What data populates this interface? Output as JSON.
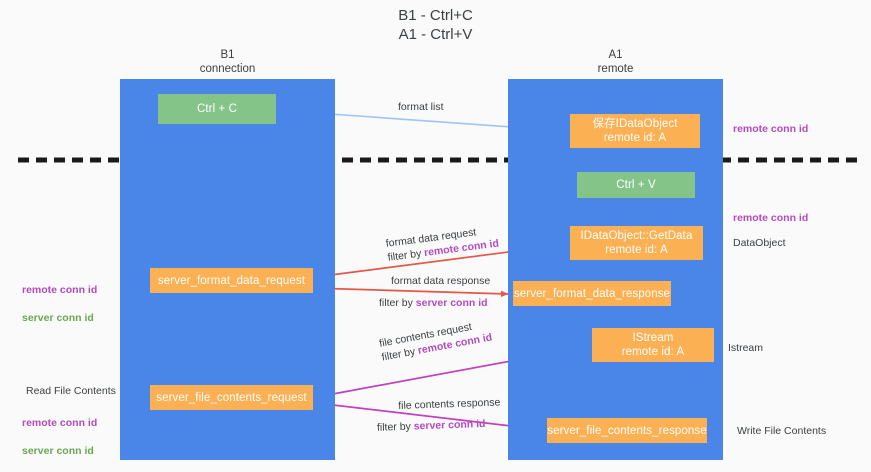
{
  "title": "B1 - Ctrl+C\nA1 - Ctrl+V",
  "columns": [
    {
      "name": "left",
      "label": "B1\nconnection"
    },
    {
      "name": "right",
      "label": "A1\nremote"
    }
  ],
  "nodes": {
    "ctrl_c": {
      "label": "Ctrl + C",
      "color": "#85c489"
    },
    "save_idataobject": {
      "label": "保存IDataObject\nremote id: A",
      "color": "#fbb054"
    },
    "ctrl_v": {
      "label": "Ctrl + V",
      "color": "#85c489"
    },
    "idataobject_getdata": {
      "label": "IDataObject::GetData\nremote id: A",
      "color": "#fbb054"
    },
    "server_format_data_request": {
      "label": "server_format_data_request",
      "color": "#fbb054"
    },
    "server_format_data_response": {
      "label": "server_format_data_response",
      "color": "#fbb054"
    },
    "istream": {
      "label": "IStream\nremote id: A",
      "color": "#fbb054"
    },
    "server_file_contents_request": {
      "label": "server_file_contents_request",
      "color": "#fbb054"
    },
    "server_file_contents_response": {
      "label": "server_file_contents_response",
      "color": "#fbb054"
    }
  },
  "edges": {
    "format_list": {
      "label": "format list"
    },
    "format_data_request": {
      "label": "format data request",
      "filter_prefix": "filter by ",
      "filter_key": "remote conn id"
    },
    "format_data_response": {
      "label": "format data response",
      "filter_prefix": "filter by ",
      "filter_key": "server conn id"
    },
    "file_contents_request": {
      "label": "file contents request",
      "filter_prefix": "filter by ",
      "filter_key": "remote conn id"
    },
    "file_contents_response": {
      "label": "file contents response",
      "filter_prefix": "filter by ",
      "filter_key": "server conn id"
    }
  },
  "annotations": {
    "right_remote_conn_id_top": "remote conn id",
    "right_remote_conn_id_middle": "remote conn id",
    "right_dataobject": "DataObject",
    "right_istream": "Istream",
    "right_write_file_contents": "Write File Contents",
    "left_ids_middle": {
      "line1": "remote conn id",
      "line2": "server conn id"
    },
    "left_read_file_contents": "Read File Contents",
    "left_ids_bottom": {
      "line1": "remote conn id",
      "line2": "server conn id"
    }
  },
  "colors": {
    "lane": "#4a86e8",
    "green_node": "#85c489",
    "orange_node": "#fbb054",
    "purple": "#b44ac0",
    "green_text": "#6aa84f",
    "red_arrow": "#e8564a",
    "magenta_arrow": "#c040c0",
    "blue_arrow": "#9fc5f8",
    "black": "#000000",
    "background": "#fafafa"
  }
}
